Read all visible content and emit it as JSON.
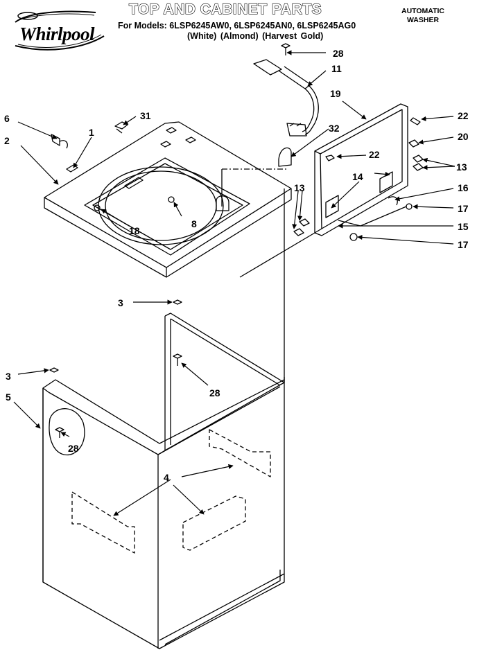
{
  "header": {
    "title": "TOP AND CABINET PARTS",
    "models_line": "For Models: 6LSP6245AW0, 6LSP6245AN0, 6LSP6245AG0",
    "colors_line": "(White)   (Almond) (Harvest Gold)",
    "product_type_line1": "AUTOMATIC",
    "product_type_line2": "WASHER"
  },
  "brand": {
    "name": "Whirlpool"
  },
  "part_callouts": [
    "1",
    "2",
    "3",
    "3",
    "4",
    "5",
    "6",
    "8",
    "11",
    "13",
    "13",
    "14",
    "15",
    "16",
    "17",
    "17",
    "18",
    "19",
    "20",
    "22",
    "22",
    "28",
    "28",
    "28",
    "31",
    "32"
  ],
  "colors": {
    "line": "#000000",
    "background": "#ffffff"
  }
}
